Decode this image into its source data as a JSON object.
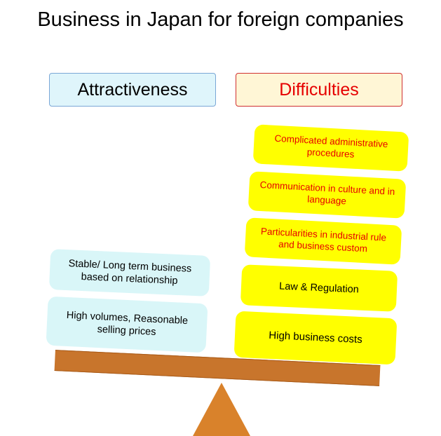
{
  "title": "Business in Japan for foreign companies",
  "headers": {
    "attractiveness": "Attractiveness",
    "difficulties": "Difficulties"
  },
  "attractiveness_items": [
    "Stable/ Long term business based on relationship",
    "High volumes, Reasonable selling prices"
  ],
  "difficulty_items": [
    "Complicated administrative procedures",
    "Communication in culture and in language",
    "Particularities in industrial rule and business custom",
    "Law & Regulation",
    "High business costs"
  ],
  "colors": {
    "attractiveness_fill": "#d9f6f8",
    "difficulty_fill": "#ffff00",
    "difficulty_text_red": "#e60000",
    "beam": "#c8752c",
    "fulcrum": "#d9822b"
  }
}
